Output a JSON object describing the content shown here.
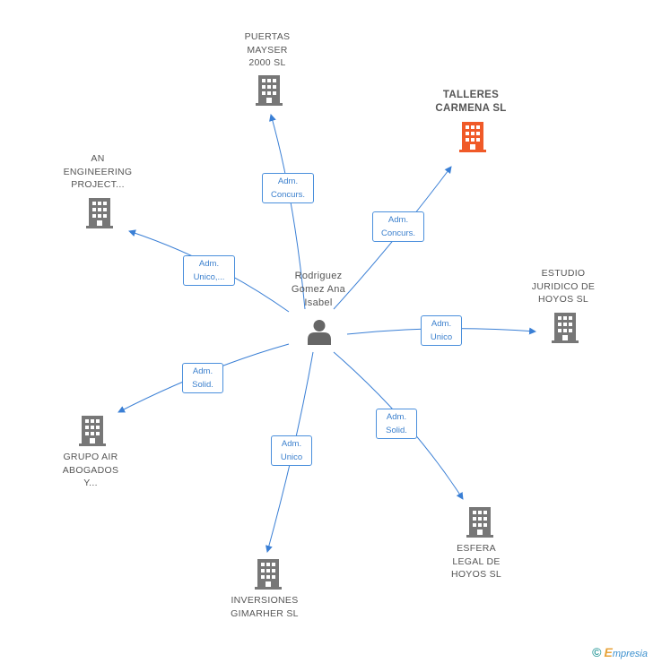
{
  "center": {
    "label": "Rodriguez\nGomez Ana\nIsabel",
    "icon": "person-icon"
  },
  "companies": [
    {
      "id": "puertas",
      "label": "PUERTAS\nMAYSER\n2000 SL",
      "icon": "building-icon",
      "highlight": false
    },
    {
      "id": "talleres",
      "label": "TALLERES\nCARMENA SL",
      "icon": "building-icon",
      "highlight": true
    },
    {
      "id": "engineering",
      "label": "AN\nENGINEERING\nPROJECT...",
      "icon": "building-icon",
      "highlight": false
    },
    {
      "id": "estudio",
      "label": "ESTUDIO\nJURIDICO DE\nHOYOS SL",
      "icon": "building-icon",
      "highlight": false
    },
    {
      "id": "grupo",
      "label": "GRUPO AIR\nABOGADOS\nY...",
      "icon": "building-icon",
      "highlight": false
    },
    {
      "id": "inversiones",
      "label": "INVERSIONES\nGIMARHER SL",
      "icon": "building-icon",
      "highlight": false
    },
    {
      "id": "esfera",
      "label": "ESFERA\nLEGAL DE\nHOYOS SL",
      "icon": "building-icon",
      "highlight": false
    }
  ],
  "relations": [
    {
      "to": "puertas",
      "label": "Adm.\nConcurs."
    },
    {
      "to": "talleres",
      "label": "Adm.\nConcurs."
    },
    {
      "to": "engineering",
      "label": "Adm.\nUnico,..."
    },
    {
      "to": "estudio",
      "label": "Adm.\nUnico"
    },
    {
      "to": "grupo",
      "label": "Adm.\nSolid."
    },
    {
      "to": "inversiones",
      "label": "Adm.\nUnico"
    },
    {
      "to": "esfera",
      "label": "Adm.\nSolid."
    }
  ],
  "colors": {
    "edge": "#3a7fd5",
    "building": "#777777",
    "building_highlight": "#f05a28",
    "person": "#666666"
  },
  "footer": {
    "copyright": "©",
    "brand_first": "E",
    "brand_rest": "mpresia"
  }
}
